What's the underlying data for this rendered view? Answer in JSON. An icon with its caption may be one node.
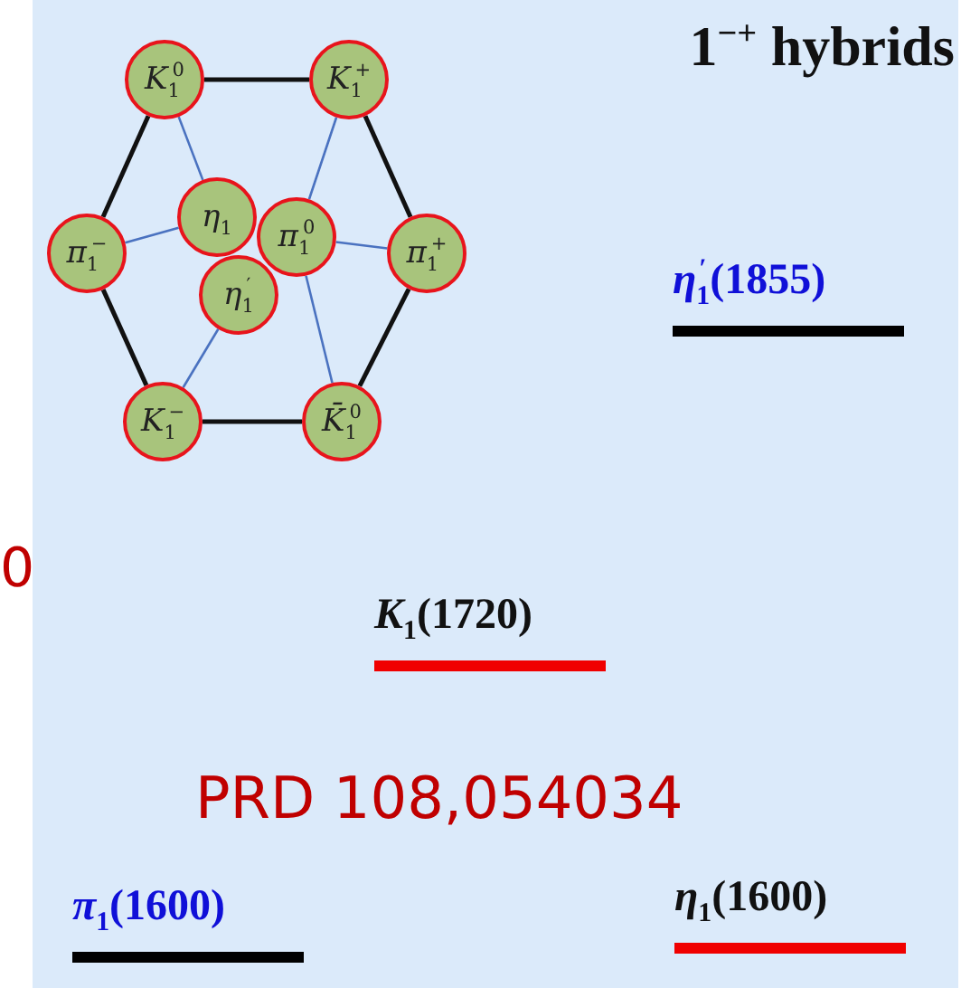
{
  "diagram": {
    "title": "1$^{−+}$ hybrids",
    "nodes": [
      {
        "text": [
          "*K*$_{1}$$^{0}$"
        ]
      },
      {
        "text": [
          "*K*$_{1}$$^{+}$"
        ]
      },
      {
        "text": [
          "*η*$_{1}$"
        ]
      },
      {
        "text": [
          "*π*$_{1}$$^{−}$"
        ]
      },
      {
        "text": [
          "*π*$_{1}$$^{0}$"
        ]
      },
      {
        "text": [
          "*π*$_{1}$$^{+}$"
        ]
      },
      {
        "text": [
          "*η*$_{1}$$^{′}$"
        ]
      },
      {
        "text": [
          "*K*$_{1}$$^{−}$"
        ]
      },
      {
        "text": [
          "*K̄*$_{1}$$^{0}$"
        ]
      }
    ],
    "edges": [
      {
        "from": 0,
        "to": 1,
        "arrow": "none"
      },
      {
        "from": 1,
        "to": 5,
        "arrow": "none"
      },
      {
        "from": 5,
        "to": 8,
        "arrow": "none"
      },
      {
        "from": 8,
        "to": 7,
        "arrow": "none"
      },
      {
        "from": 7,
        "to": 3,
        "arrow": "none"
      },
      {
        "from": 3,
        "to": 0,
        "arrow": "none"
      },
      {
        "from": 0,
        "to": 2,
        "arrow": "none",
        "color": "#4a72c0"
      },
      {
        "from": 1,
        "to": 4,
        "arrow": "none",
        "color": "#4a72c0"
      },
      {
        "from": 3,
        "to": 2,
        "arrow": "none",
        "color": "#4a72c0"
      },
      {
        "from": 4,
        "to": 5,
        "arrow": "none",
        "color": "#4a72c0"
      },
      {
        "from": 6,
        "to": 7,
        "arrow": "none",
        "color": "#4a72c0"
      },
      {
        "from": 4,
        "to": 8,
        "arrow": "none",
        "color": "#4a72c0"
      }
    ],
    "labels": [
      "*η*$_{1}$$^{′}$(1855)",
      "0",
      "*K*$_{1}$(1720)",
      "PRD 108,054034",
      "*π*$_{1}$(1600)",
      "*η*$_{1}$(1600)"
    ]
  }
}
